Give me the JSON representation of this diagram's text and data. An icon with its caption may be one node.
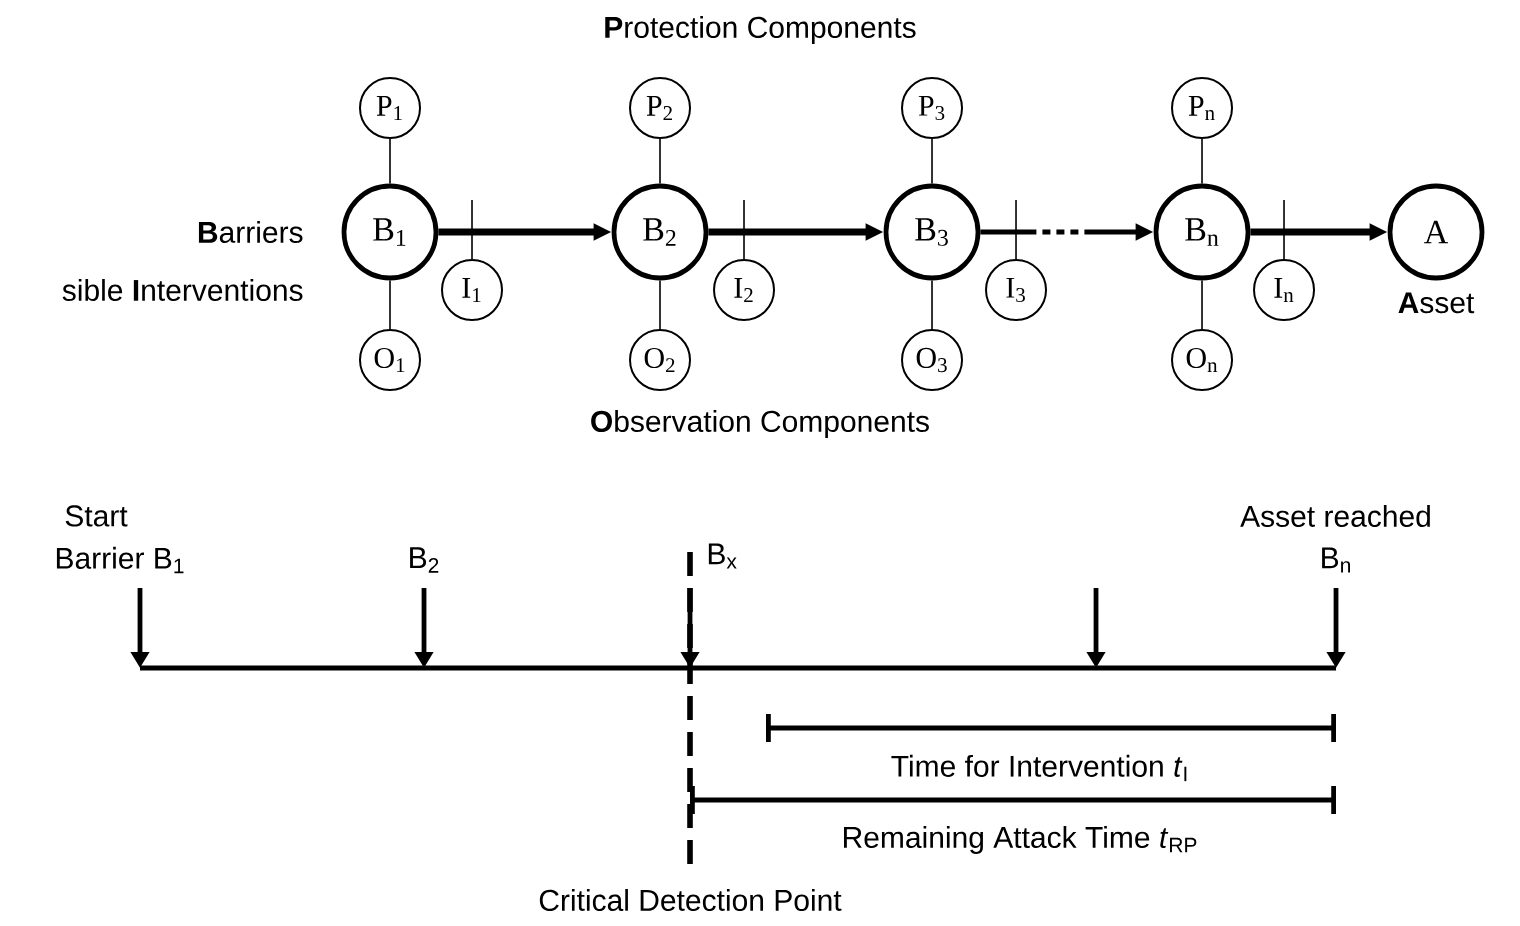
{
  "diagram": {
    "nodes": [
      {
        "text": [
          "B$_{1}$"
        ]
      },
      {
        "text": [
          "P$_{1}$"
        ]
      },
      {
        "text": [
          "O$_{1}$"
        ]
      },
      {
        "text": [
          "I$_{1}$"
        ]
      },
      {
        "text": [
          "B$_{2}$"
        ]
      },
      {
        "text": [
          "P$_{2}$"
        ]
      },
      {
        "text": [
          "O$_{2}$"
        ]
      },
      {
        "text": [
          "I$_{2}$"
        ]
      },
      {
        "text": [
          "B$_{3}$"
        ]
      },
      {
        "text": [
          "P$_{3}$"
        ]
      },
      {
        "text": [
          "O$_{3}$"
        ]
      },
      {
        "text": [
          "I$_{3}$"
        ]
      },
      {
        "text": [
          "B$_{n}$"
        ]
      },
      {
        "text": [
          "P$_{n}$"
        ]
      },
      {
        "text": [
          "O$_{n}$"
        ]
      },
      {
        "text": [
          "I$_{n}$"
        ]
      },
      {
        "text": [
          "A"
        ],
        "beside": [
          "**A**sset"
        ]
      }
    ],
    "edges": [
      {
        "from": 1,
        "to": 0,
        "arrow": "none"
      },
      {
        "from": 2,
        "to": 0,
        "arrow": "none"
      },
      {
        "from": 0,
        "to": 4,
        "arrow": "to",
        "style": "thick"
      },
      {
        "from": 3,
        "to": null,
        "arrow": "none"
      },
      {
        "from": 5,
        "to": 4,
        "arrow": "none"
      },
      {
        "from": 6,
        "to": 4,
        "arrow": "none"
      },
      {
        "from": 4,
        "to": 8,
        "arrow": "to",
        "style": "thick"
      },
      {
        "from": 7,
        "to": null,
        "arrow": "none"
      },
      {
        "from": 9,
        "to": 8,
        "arrow": "none"
      },
      {
        "from": 10,
        "to": 8,
        "arrow": "none"
      },
      {
        "from": 8,
        "to": 12,
        "arrow": "to",
        "style": "dashed"
      },
      {
        "from": 11,
        "to": null,
        "arrow": "none"
      },
      {
        "from": 13,
        "to": 12,
        "arrow": "none"
      },
      {
        "from": 14,
        "to": 12,
        "arrow": "none"
      },
      {
        "from": 12,
        "to": 16,
        "arrow": "to",
        "style": "thick"
      },
      {
        "from": 15,
        "to": null,
        "arrow": "none"
      }
    ],
    "labels": [
      "**P**rotection Components",
      "**B**arriers",
      "sible **I**nterventions",
      "**O**bservation Components",
      "Start",
      "Barrier B$_{1}$",
      "B$_{2}$",
      "B$_{x}$",
      "Asset reached",
      "B$_{n}$",
      "Time for Intervention *t*$_{I}$",
      "Remaining Attack Time *t*$_{RP}$",
      "Critical Detection Point"
    ]
  }
}
